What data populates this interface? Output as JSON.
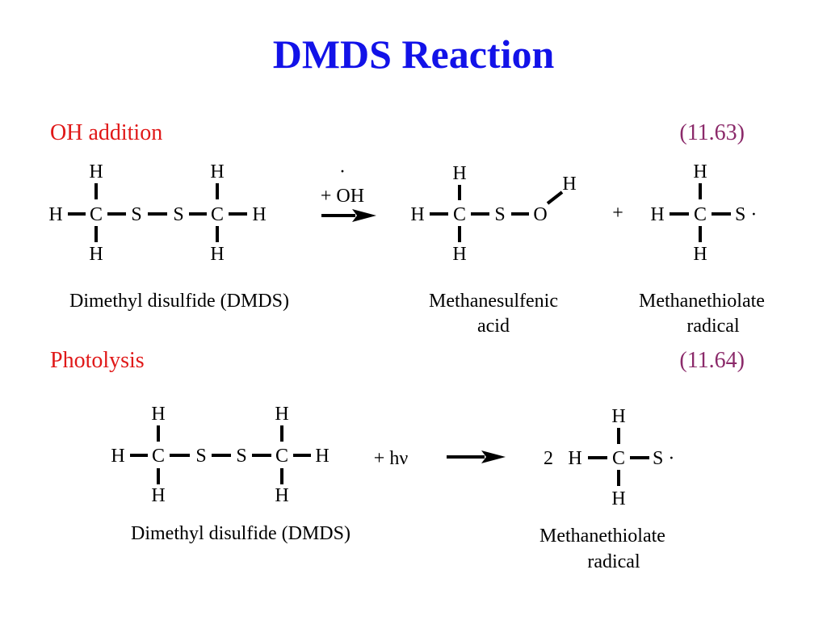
{
  "title": "DMDS Reaction",
  "colors": {
    "title": "#1212e8",
    "heading": "#e01818",
    "equation_number": "#8b2a6a",
    "text": "#000000"
  },
  "reactions": [
    {
      "heading": "OH addition",
      "number": "(11.63)",
      "reagent_dot": "·",
      "reagent": "+ OH",
      "reactant": {
        "top_h": [
          "H",
          "H"
        ],
        "chain": [
          "H",
          "C",
          "S",
          "S",
          "C",
          "H"
        ],
        "bottom_h": [
          "H",
          "H"
        ],
        "name": "Dimethyl disulfide (DMDS)"
      },
      "product1": {
        "top_h": "H",
        "chain": [
          "H",
          "C",
          "S",
          "O"
        ],
        "o_h": "H",
        "bottom_h": "H",
        "name_line1": "Methanesulfenic",
        "name_line2": "acid"
      },
      "plus": "+",
      "product2": {
        "top_h": "H",
        "chain": [
          "H",
          "C",
          "S ·"
        ],
        "bottom_h": "H",
        "name_line1": "Methanethiolate",
        "name_line2": "radical"
      }
    },
    {
      "heading": "Photolysis",
      "number": "(11.64)",
      "reactant": {
        "top_h": [
          "H",
          "H"
        ],
        "chain": [
          "H",
          "C",
          "S",
          "S",
          "C",
          "H"
        ],
        "bottom_h": [
          "H",
          "H"
        ],
        "name": "Dimethyl disulfide (DMDS)"
      },
      "reagent": "+  hν",
      "product": {
        "coefficient": "2",
        "top_h": "H",
        "chain": [
          "H",
          "C",
          "S ·"
        ],
        "bottom_h": "H",
        "name_line1": "Methanethiolate",
        "name_line2": "radical"
      }
    }
  ]
}
